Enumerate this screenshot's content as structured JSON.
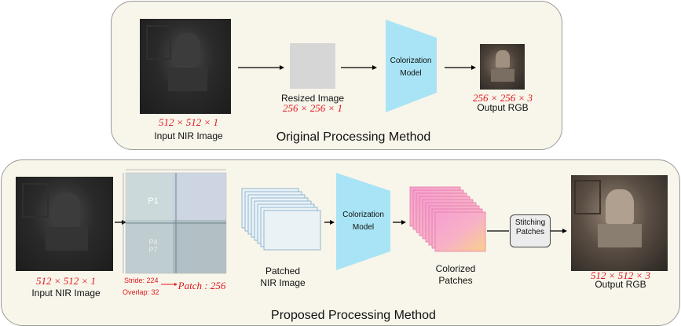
{
  "top": {
    "input_size": "512 × 512 × 1",
    "input_label": "Input NIR Image",
    "resized_label": "Resized Image",
    "resized_size": "256 × 256 × 1",
    "model_label_1": "Colorization",
    "model_label_2": "Model",
    "output_size": "256 × 256 × 3",
    "output_label": "Output RGB",
    "title": "Original Processing Method"
  },
  "bottom": {
    "input_size": "512 × 512 × 1",
    "input_label": "Input NIR Image",
    "patch_labels": [
      "P1",
      "P4",
      "P7"
    ],
    "stride": "Stride: 224",
    "overlap": "Overlap: 32",
    "patch_eq": "Patch : 256",
    "patched_label_1": "Patched",
    "patched_label_2": "NIR Image",
    "model_label_1": "Colorization",
    "model_label_2": "Model",
    "colorized_label_1": "Colorized",
    "colorized_label_2": "Patches",
    "stitch_label_1": "Stitching",
    "stitch_label_2": "Patches",
    "output_size": "512 × 512 × 3",
    "output_label": "Output RGB",
    "title": "Proposed Processing Method"
  },
  "colors": {
    "panel_bg": "#f8f5ea",
    "model_fill": "#a8e4f5",
    "accent_red": "#e0191e"
  }
}
